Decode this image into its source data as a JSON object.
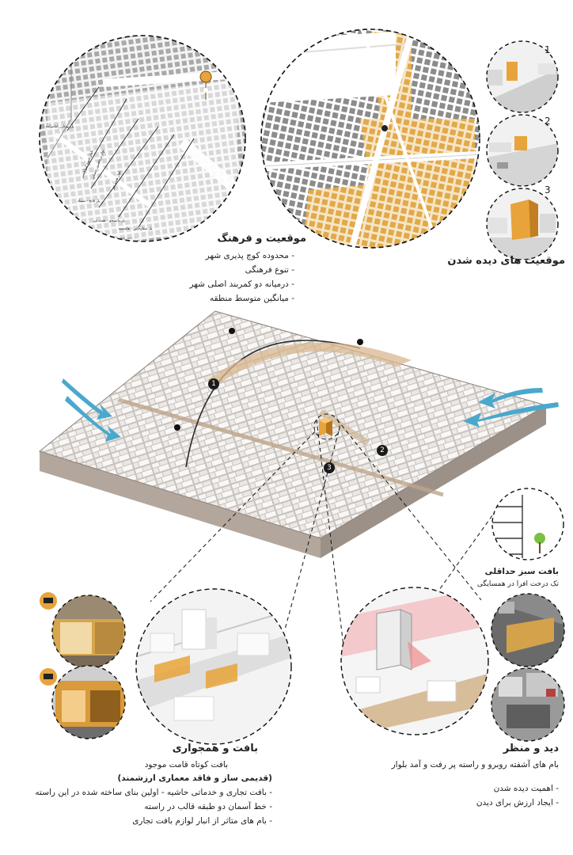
{
  "location": {
    "title": "موقعیت و فرهنگ",
    "items": [
      "- محدوده کوچ پذیری شهر",
      "- تنوع فرهنگی",
      "- درمیانه دو کمربند اصلی شهر",
      "- میانگین متوسط منطقه"
    ]
  },
  "views": {
    "title": "موقعیت های دیده شدن",
    "numbers": [
      "1",
      "2",
      "3"
    ]
  },
  "map_labels": [
    "پل بوعلی_امامزاده",
    "بلوار شهید ابراهیمی",
    "بلوار پروفسور حسابی",
    "پل فاتح - سیتاد",
    "پل دانشجو - هفت تیر",
    "بلوار هفتم تیر",
    "پل ستارخانی - هاشمیه"
  ],
  "markers": [
    "1",
    "2",
    "3"
  ],
  "green": {
    "title": "بافت سبز حداقلی",
    "subtitle": "تک درخت افرا در همسایگی"
  },
  "fabric": {
    "title": "بافت و همجواری",
    "subtitle": "بافت کوتاه قامت موجود",
    "note": "(قدیمی ساز و فاقد معماری ارزشمند)",
    "items": [
      "- بافت تجاری و خدماتی حاشیه  - اولین بنای ساخته شده در این راسته",
      "- خط آسمان دو طبقه قالب در راسته",
      "- بام های متاثر از انبار لوازم بافت تجاری"
    ]
  },
  "viewpoint": {
    "title": "دید و منظر",
    "subtitle": "بام های آشفته روبرو و راسته پر رفت و آمد بلوار",
    "items": [
      "- اهمیت دیده شدن",
      "- ایجاد ارزش برای دیدن"
    ]
  },
  "colors": {
    "accent": "#e8a33a",
    "wind": "#4aa8cc",
    "block": "#f2efec",
    "base": "#b9aca2"
  }
}
